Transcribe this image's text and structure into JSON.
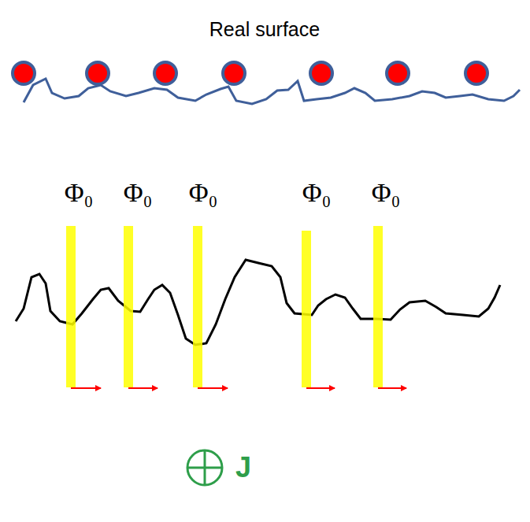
{
  "diagram": {
    "labels": [
      "Real surface",
      "Φ₀",
      "Φ₀",
      "Φ₀",
      "Φ₀",
      "Φ₀",
      "J"
    ]
  }
}
